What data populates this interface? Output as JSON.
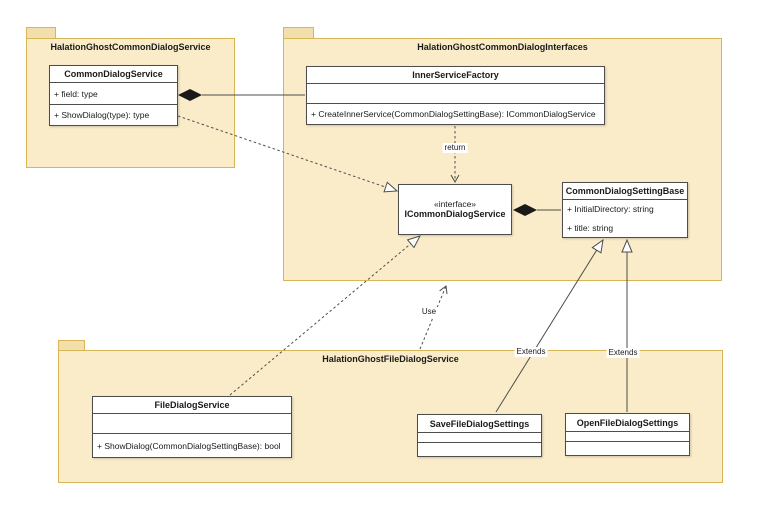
{
  "colors": {
    "background": "#ffffff",
    "package_fill": "#faecc8",
    "package_tab_fill": "#f2dfab",
    "package_border": "#d6b656",
    "class_fill": "#ffffff",
    "class_border": "#4d4d4d",
    "edge": "#4d4d4d",
    "composition_diamond": "#1a1a1a",
    "text": "#1a1a1a"
  },
  "packages": {
    "service": {
      "title": "HalationGhostCommonDialogService"
    },
    "interfaces": {
      "title": "HalationGhostCommonDialogInterfaces"
    },
    "file_dialog": {
      "title": "HalationGhostFileDialogService"
    }
  },
  "classes": {
    "common_dialog_service": {
      "name": "CommonDialogService",
      "attributes": [
        "+ field: type"
      ],
      "methods": [
        "+ ShowDialog(type): type"
      ]
    },
    "inner_service_factory": {
      "name": "InnerServiceFactory",
      "attributes": [],
      "methods": [
        "+ CreateInnerService(CommonDialogSettingBase): ICommonDialogService"
      ]
    },
    "icommon_dialog_service": {
      "stereotype": "«interface»",
      "name": "ICommonDialogService"
    },
    "common_dialog_setting_base": {
      "name": "CommonDialogSettingBase",
      "attributes": [
        "+ InitialDirectory: string",
        "+ title: string"
      ]
    },
    "file_dialog_service": {
      "name": "FileDialogService",
      "attributes": [],
      "methods": [
        "+ ShowDialog(CommonDialogSettingBase): bool"
      ]
    },
    "save_file_dialog_settings": {
      "name": "SaveFileDialogSettings"
    },
    "open_file_dialog_settings": {
      "name": "OpenFileDialogSettings"
    }
  },
  "edges": {
    "composition_common_to_factory": {
      "type": "composition",
      "from": "InnerServiceFactory",
      "to": "CommonDialogService"
    },
    "composition_settingbase_to_interface": {
      "type": "composition",
      "from": "CommonDialogSettingBase",
      "to": "ICommonDialogService"
    },
    "return_dep": {
      "type": "dependency",
      "label": "return",
      "from": "InnerServiceFactory",
      "to": "ICommonDialogService"
    },
    "use_dep": {
      "type": "dependency",
      "label": "Use",
      "from": "HalationGhostFileDialogService",
      "to": "HalationGhostCommonDialogInterfaces"
    },
    "realization_common_dialog": {
      "type": "realization",
      "from": "CommonDialogService",
      "to": "ICommonDialogService"
    },
    "realization_file_dialog": {
      "type": "realization",
      "from": "FileDialogService",
      "to": "ICommonDialogService"
    },
    "extends_save": {
      "type": "generalization",
      "label": "Extends",
      "from": "SaveFileDialogSettings",
      "to": "CommonDialogSettingBase"
    },
    "extends_open": {
      "type": "generalization",
      "label": "Extends",
      "from": "OpenFileDialogSettings",
      "to": "CommonDialogSettingBase"
    }
  }
}
